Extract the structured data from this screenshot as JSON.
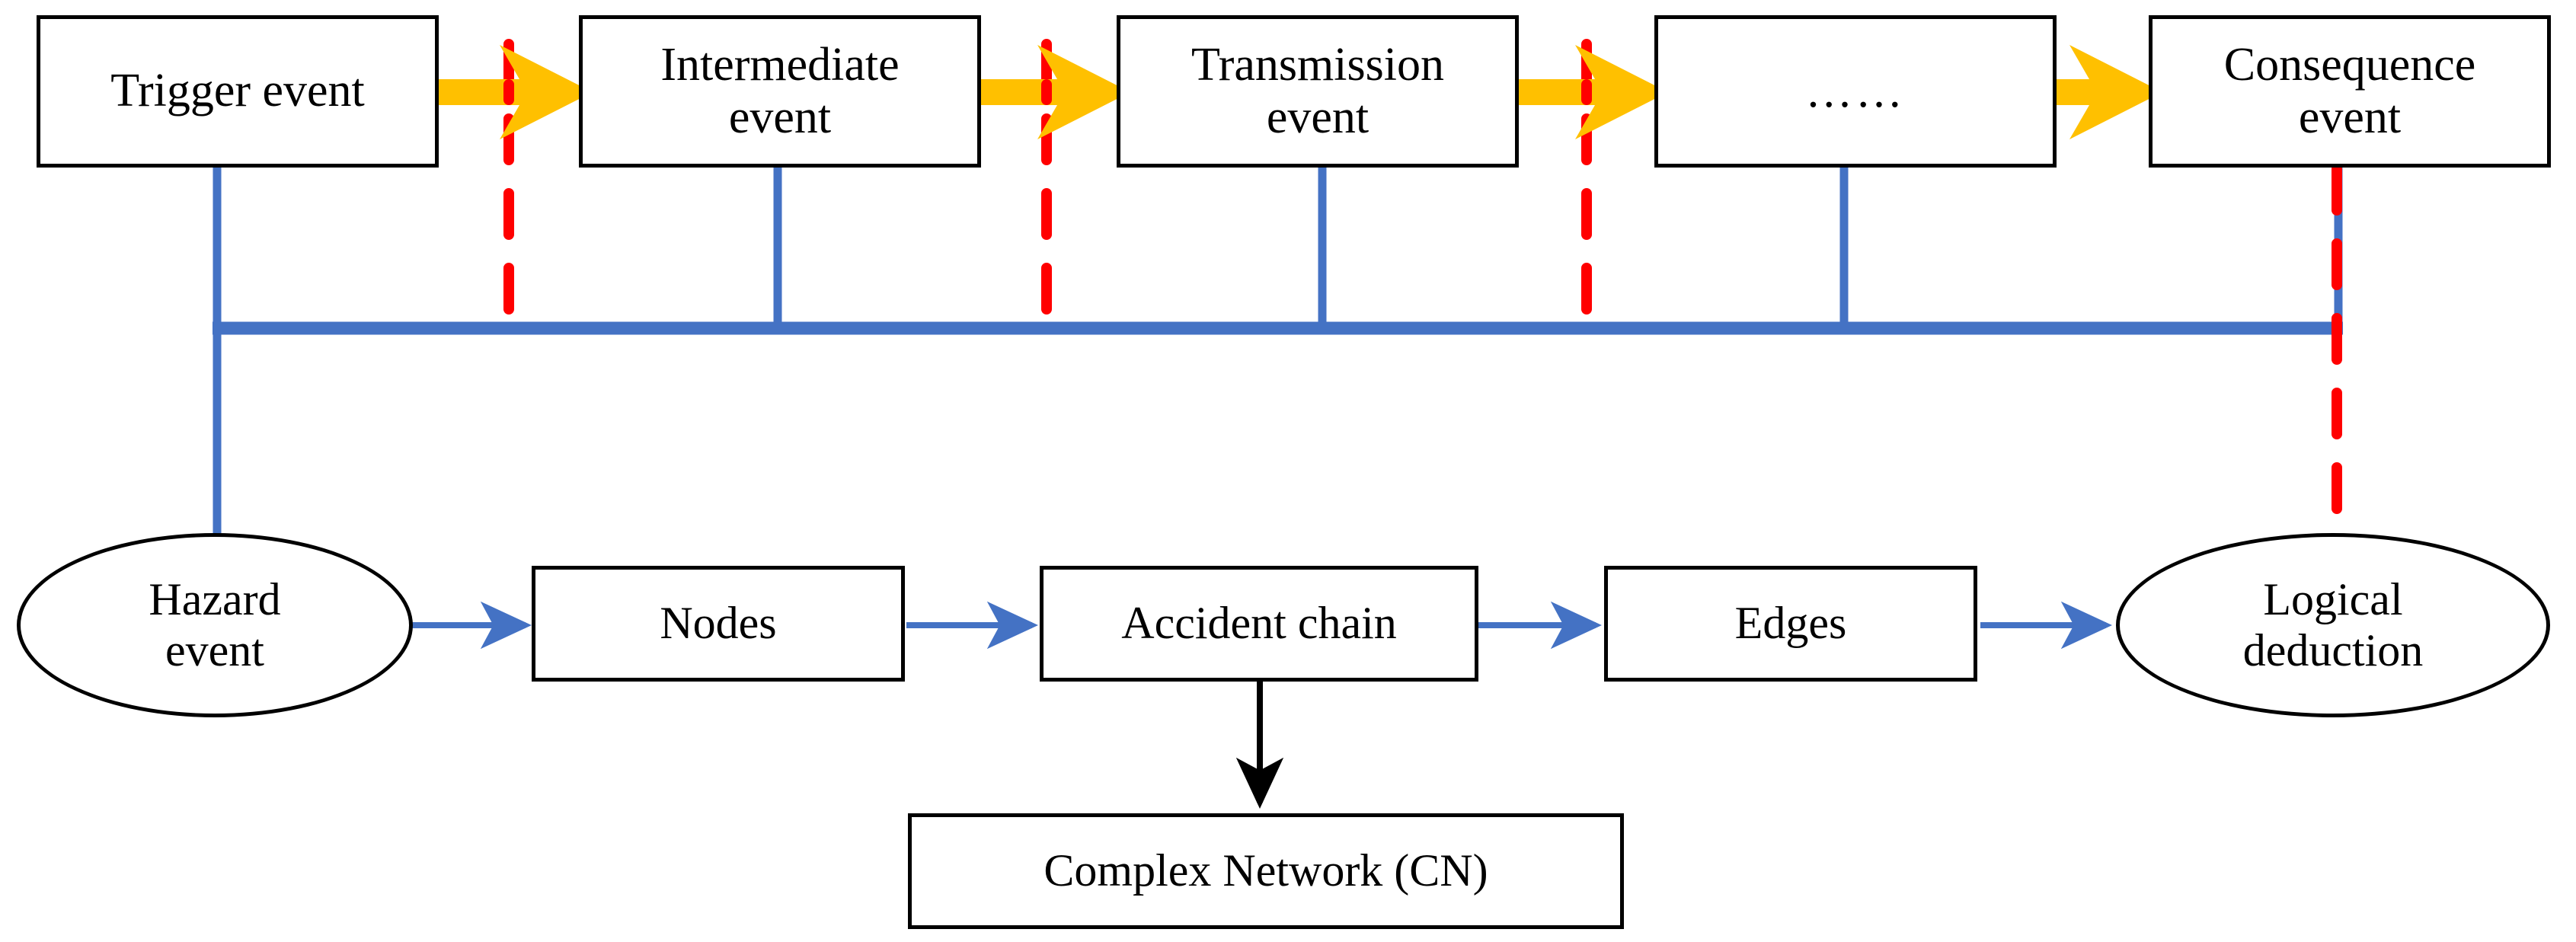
{
  "diagram": {
    "title": "Accident chain to complex network logical deduction diagram",
    "colors": {
      "arrow_yellow": "#FFC000",
      "line_blue": "#4472C4",
      "dashed_red": "#FF0000",
      "outline_black": "#000000",
      "background": "#FFFFFF"
    }
  },
  "top_chain": {
    "nodes": [
      {
        "id": "trigger-event",
        "label": "Trigger event",
        "shape": "rectangle"
      },
      {
        "id": "intermediate-event",
        "label": "Intermediate\nevent",
        "shape": "rectangle"
      },
      {
        "id": "transmission-event",
        "label": "Transmission\nevent",
        "shape": "rectangle"
      },
      {
        "id": "ellipsis-event",
        "label": "……",
        "shape": "rectangle"
      },
      {
        "id": "consequence-event",
        "label": "Consequence\nevent",
        "shape": "rectangle"
      }
    ],
    "connectors": [
      {
        "id": "yellow-arrow-1",
        "from": "trigger-event",
        "to": "intermediate-event",
        "style": "solid-block-arrow",
        "color": "#FFC000"
      },
      {
        "id": "yellow-arrow-2",
        "from": "intermediate-event",
        "to": "transmission-event",
        "style": "solid-block-arrow",
        "color": "#FFC000"
      },
      {
        "id": "yellow-arrow-3",
        "from": "transmission-event",
        "to": "ellipsis-event",
        "style": "solid-block-arrow",
        "color": "#FFC000"
      },
      {
        "id": "yellow-arrow-4",
        "from": "ellipsis-event",
        "to": "consequence-event",
        "style": "solid-block-arrow",
        "color": "#FFC000"
      }
    ]
  },
  "bottom_chain": {
    "nodes": [
      {
        "id": "hazard-event",
        "label": "Hazard\nevent",
        "shape": "ellipse"
      },
      {
        "id": "nodes",
        "label": "Nodes",
        "shape": "rectangle"
      },
      {
        "id": "accident-chain",
        "label": "Accident chain",
        "shape": "rectangle"
      },
      {
        "id": "edges",
        "label": "Edges",
        "shape": "rectangle"
      },
      {
        "id": "logical-deduction",
        "label": "Logical\ndeduction",
        "shape": "ellipse"
      }
    ],
    "connectors": [
      {
        "id": "blue-arrow-1",
        "from": "hazard-event",
        "to": "nodes",
        "style": "thin-arrow",
        "color": "#4472C4"
      },
      {
        "id": "blue-arrow-2",
        "from": "nodes",
        "to": "accident-chain",
        "style": "thin-arrow",
        "color": "#4472C4"
      },
      {
        "id": "blue-arrow-3",
        "from": "accident-chain",
        "to": "edges",
        "style": "thin-arrow",
        "color": "#4472C4"
      },
      {
        "id": "blue-arrow-4",
        "from": "edges",
        "to": "logical-deduction",
        "style": "thin-arrow",
        "color": "#4472C4"
      }
    ]
  },
  "output": {
    "node": {
      "id": "complex-network",
      "label": "Complex Network (CN)",
      "shape": "rectangle"
    },
    "connector": {
      "id": "black-arrow-down",
      "from": "accident-chain",
      "to": "complex-network",
      "style": "thin-arrow",
      "color": "#000000"
    }
  },
  "aggregation": {
    "blue_bus_label": "",
    "blue_drop_sources": [
      "trigger-event",
      "intermediate-event",
      "transmission-event",
      "ellipsis-event",
      "consequence-event"
    ],
    "blue_bus_target": "hazard-event",
    "red_dashed_sources": [
      "yellow-arrow-1",
      "yellow-arrow-2",
      "yellow-arrow-3",
      "consequence-event"
    ],
    "red_dashed_target": "logical-deduction"
  }
}
